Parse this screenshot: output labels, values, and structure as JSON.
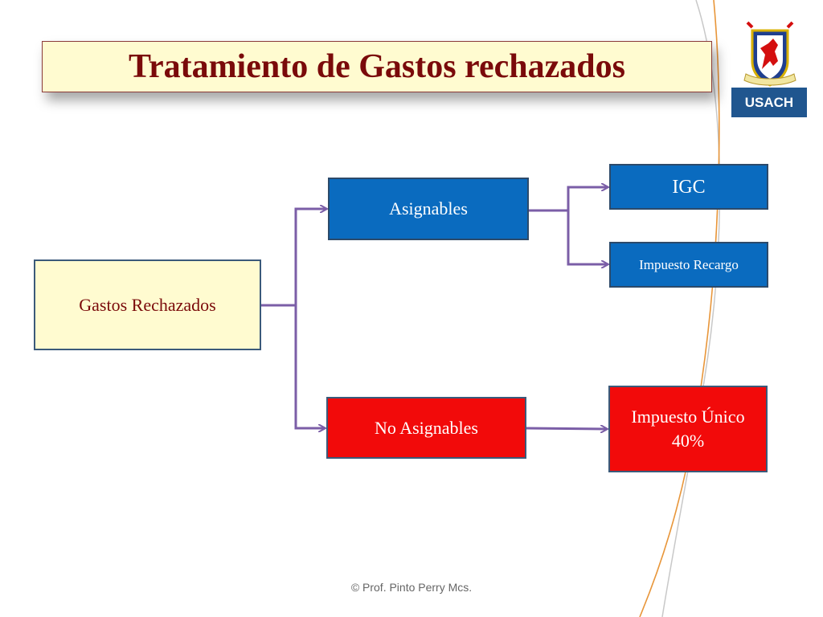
{
  "slide": {
    "title": "Tratamiento de Gastos rechazados",
    "footer": "© Prof. Pinto Perry Mcs."
  },
  "logo": {
    "badge_text": "USACH",
    "crest_icon": "university-crest-icon",
    "colors": {
      "badge": "#20568f",
      "crest_red": "#d40f0f",
      "crest_blue": "#1f3f8f"
    }
  },
  "diagram": {
    "nodes": [
      {
        "id": "root",
        "label": "Gastos Rechazados"
      },
      {
        "id": "asig",
        "label": "Asignables"
      },
      {
        "id": "igc",
        "label": "IGC"
      },
      {
        "id": "recargo",
        "label": "Impuesto Recargo"
      },
      {
        "id": "noasig",
        "label": "No Asignables"
      },
      {
        "id": "unico",
        "label_line1": "Impuesto Único",
        "label_line2": "40%"
      }
    ],
    "edges": [
      {
        "from": "root",
        "to": "asig"
      },
      {
        "from": "root",
        "to": "noasig"
      },
      {
        "from": "asig",
        "to": "igc"
      },
      {
        "from": "asig",
        "to": "recargo"
      },
      {
        "from": "noasig",
        "to": "unico"
      }
    ],
    "colors": {
      "blue_node": "#0a6bbf",
      "red_node": "#f20a0a",
      "root_fill": "#fffbd0",
      "connector": "#7b5ea7"
    }
  }
}
